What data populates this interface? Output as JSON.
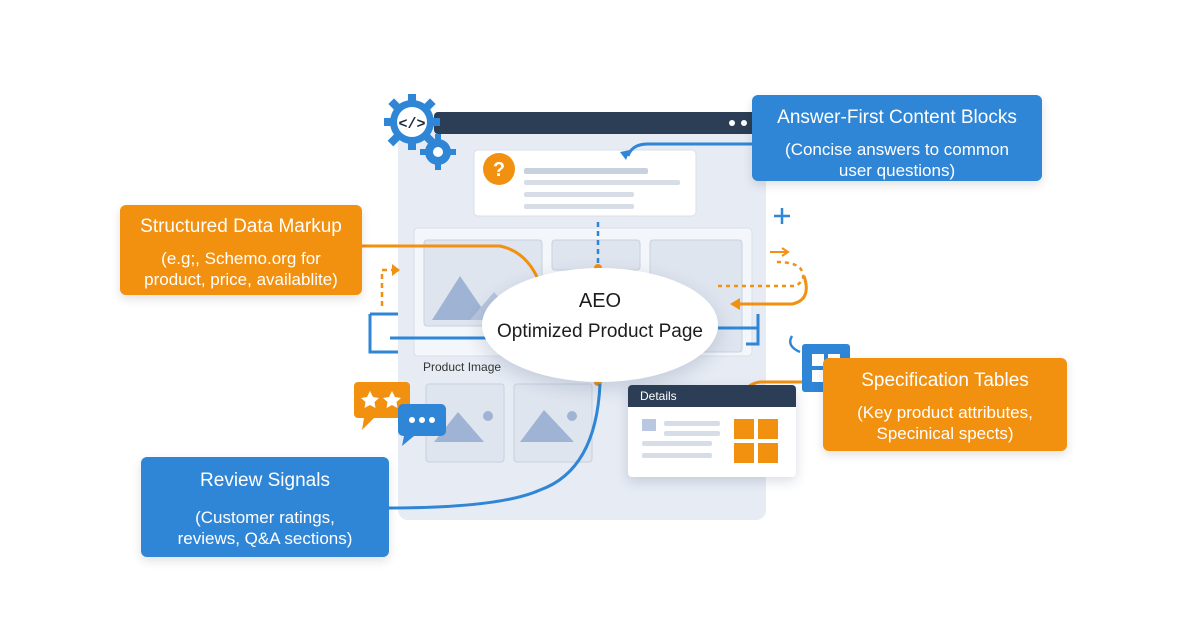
{
  "center": {
    "line1": "AEO",
    "line2": "Optimized Product Page"
  },
  "product_image_label": "Product Image",
  "details_label": "Details",
  "callouts": {
    "answer_first": {
      "title": "Answer-First Content Blocks",
      "subtitle_1": "(Concise answers to common",
      "subtitle_2": "user questions)"
    },
    "structured_data": {
      "title": "Structured Data Markup",
      "subtitle_1": "(e.g;, Schemo.org for",
      "subtitle_2": "product, price, availablite)"
    },
    "specification": {
      "title": "Specification Tables",
      "subtitle_1": "(Key product attributes,",
      "subtitle_2": "Specinical spects)"
    },
    "review": {
      "title": "Review Signals",
      "subtitle_1": "(Customer ratings,",
      "subtitle_2": "reviews, Q&A sections)"
    }
  },
  "icons": {
    "code_gear": "gear-code-icon",
    "question": "question-icon",
    "stars": "star-rating-icon",
    "chat": "chat-bubble-icon",
    "grid": "grid-table-icon"
  },
  "colors": {
    "blue": "#2f86d6",
    "orange": "#f2900f",
    "dark": "#2c3e55",
    "panel": "#e6ebf4"
  }
}
